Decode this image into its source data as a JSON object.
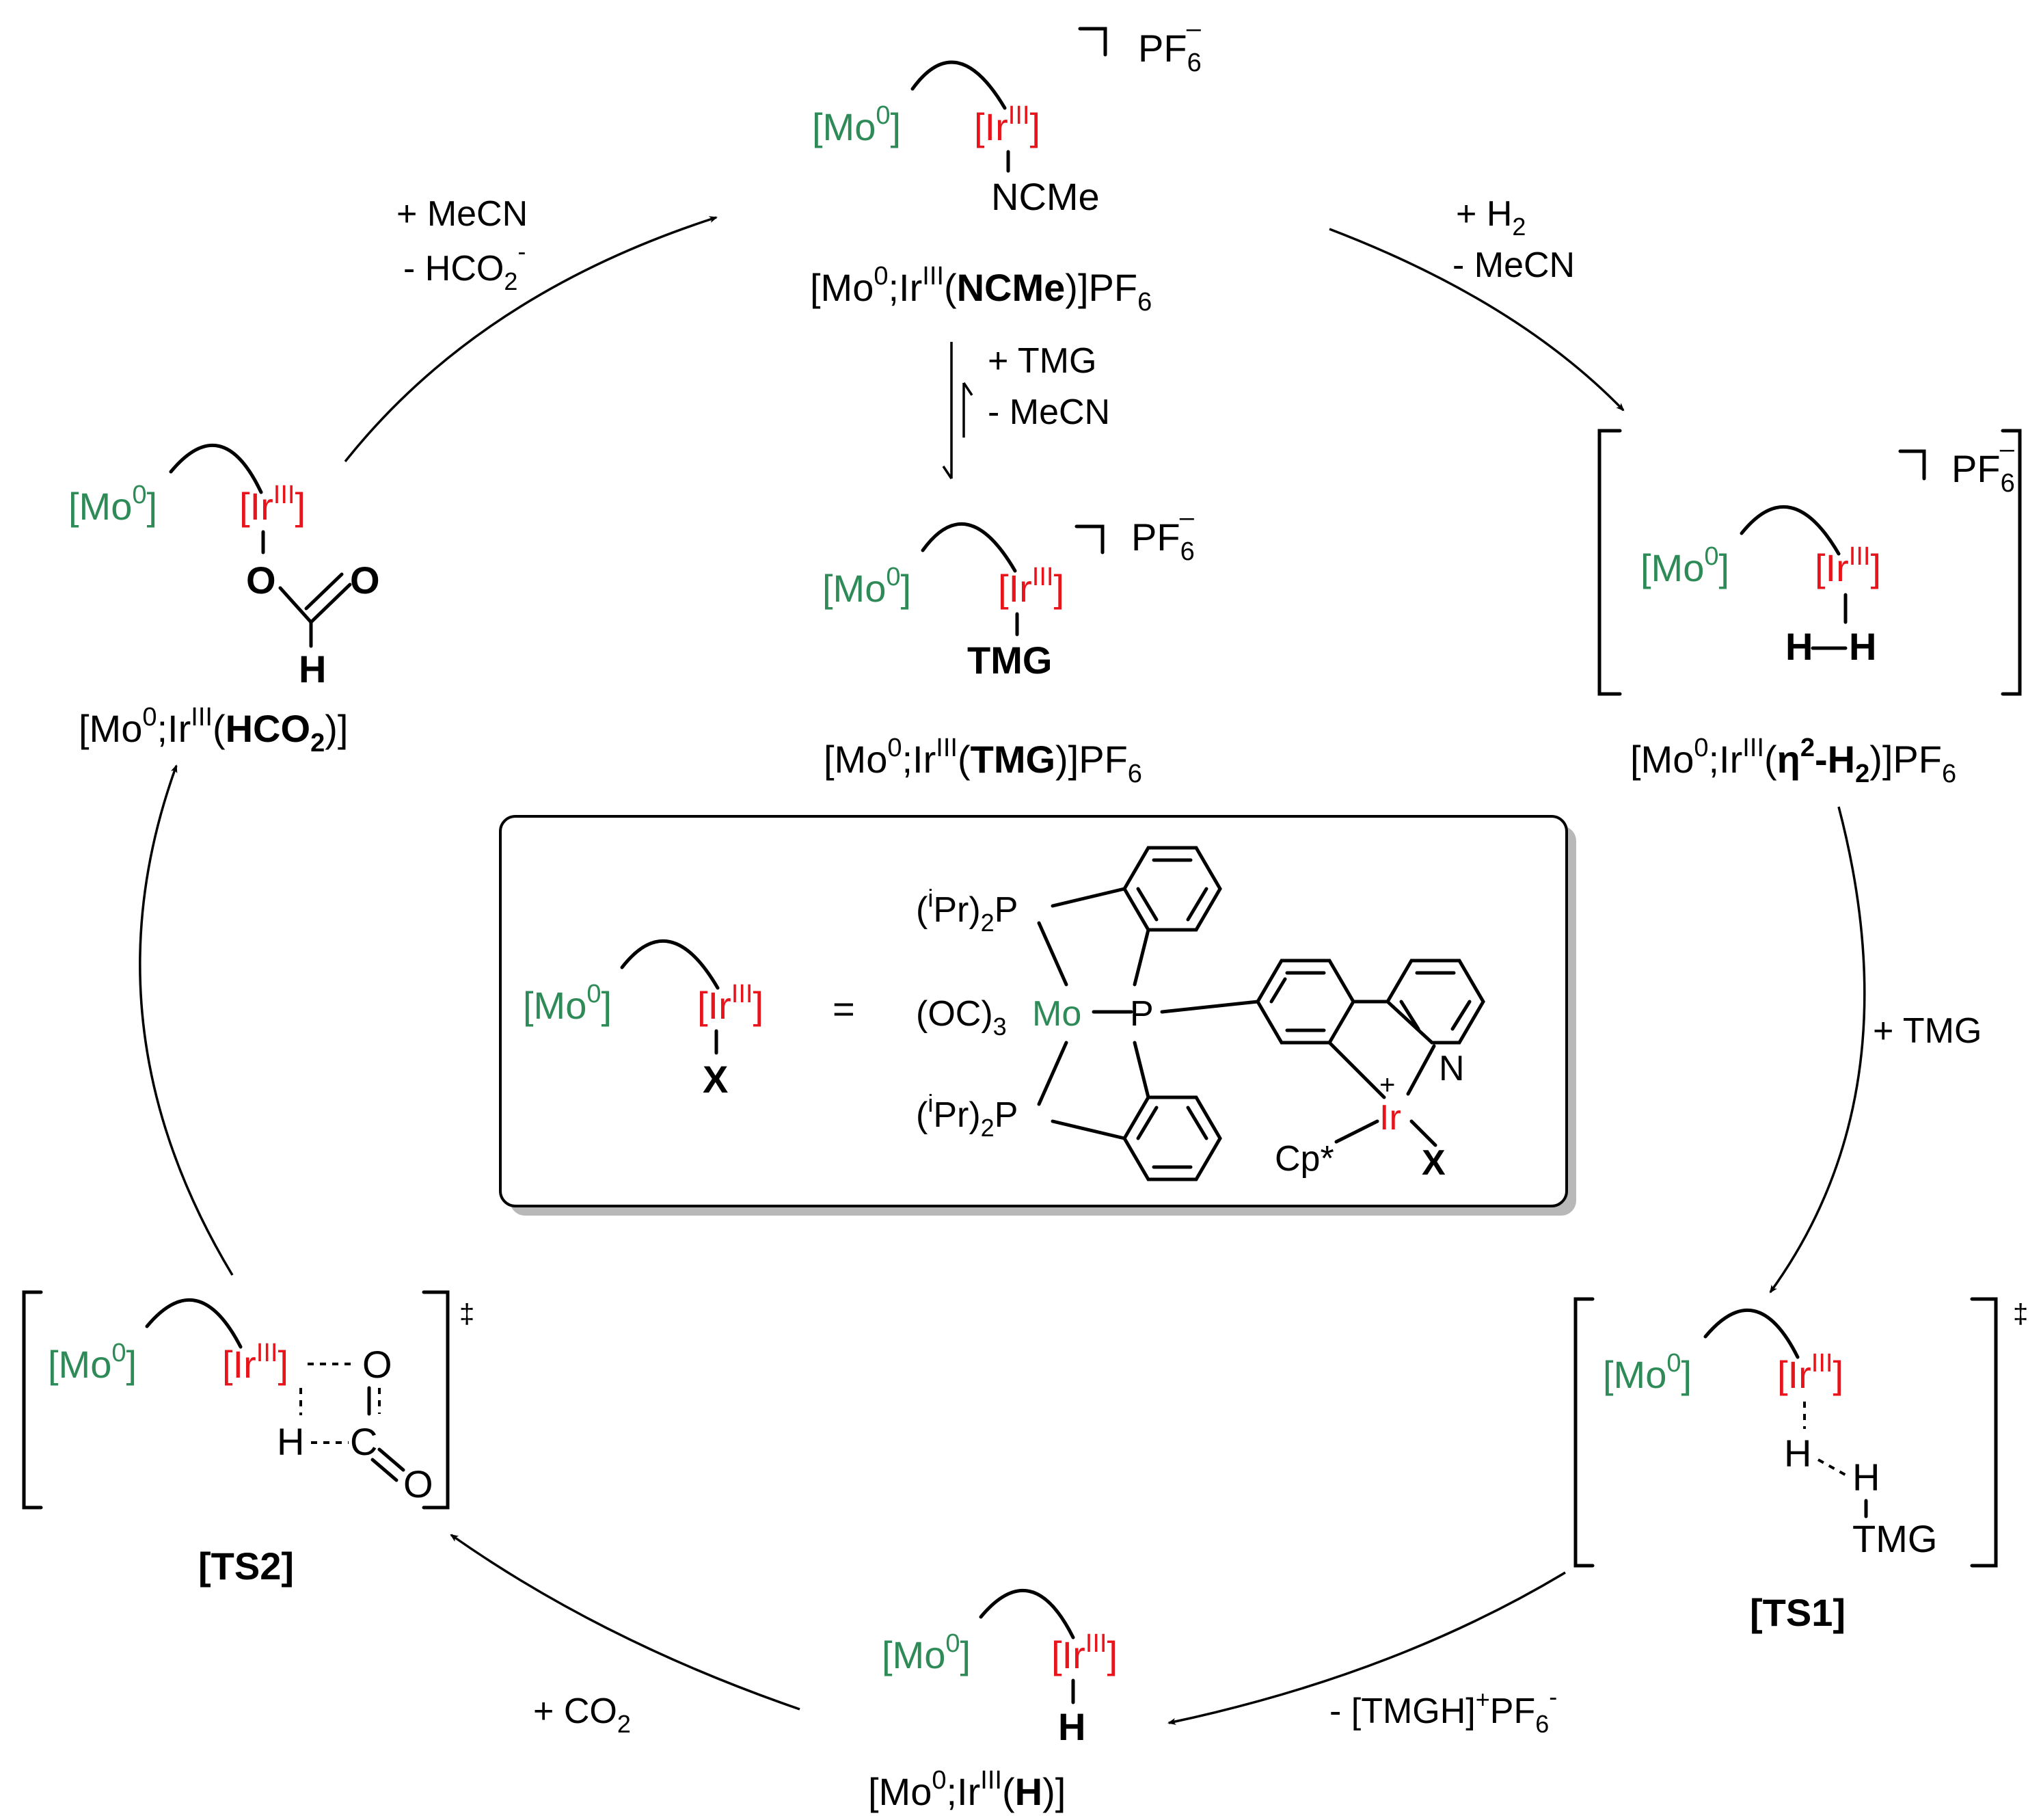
{
  "colors": {
    "mo": "#2e8b57",
    "ir": "#e8141b",
    "ink": "#000000"
  },
  "atoms": {
    "mo": "[Mo",
    "mo_ox": "0",
    "ir": "[Ir",
    "ir_ox": "III",
    "close": "]",
    "pf": "PF",
    "pf_sub": "6",
    "pf_sup": "–",
    "ncme": "NCMe",
    "tmg": "TMG",
    "x": "X",
    "h": "H",
    "o": "O",
    "c": "C",
    "ddagger": "‡"
  },
  "species": {
    "ncme": {
      "pre": "[Mo",
      "mid": ";Ir",
      "open": "(",
      "ligand": "NCMe",
      "post": ")]PF"
    },
    "tmg": {
      "pre": "[Mo",
      "mid": ";Ir",
      "open": "(",
      "ligand": "TMG",
      "post": ")]PF"
    },
    "h2": {
      "pre": "[Mo",
      "mid": ";Ir",
      "open": "(",
      "eta": "η",
      "eta_sup": "2",
      "ligand": "-H",
      "ligand_sub": "2",
      "post": ")]PF"
    },
    "hco2": {
      "pre": "[Mo",
      "mid": ";Ir",
      "open": "(",
      "ligand": "HCO",
      "ligand_sub": "2",
      "post": ")]"
    },
    "hydride": {
      "pre": "[Mo",
      "mid": ";Ir",
      "open": "(",
      "ligand": "H",
      "post": ")]"
    },
    "ts1": "[TS1]",
    "ts2": "[TS2]"
  },
  "steps": {
    "top_left": {
      "l1": "+ MeCN",
      "l2": "- HCO",
      "l2_sub": "2",
      "l2_sup": "-"
    },
    "top_right": {
      "l1": "+ H",
      "l1_sub": "2",
      "l2": "- MeCN"
    },
    "equilibrium": {
      "l1": "+ TMG",
      "l2": "- MeCN"
    },
    "right": {
      "l1": "+ TMG"
    },
    "bottom_right": {
      "pre": "- [TMGH]",
      "sup": "+",
      "mid": "PF",
      "sub": "6",
      "sup2": "-"
    },
    "bottom_left": {
      "l1": "+ CO",
      "l1_sub": "2"
    }
  },
  "legend": {
    "equals": "=",
    "ipr": "i",
    "pr2p": "Pr)",
    "p": "P",
    "oc3": "(OC)",
    "mo": "Mo",
    "ir": "Ir",
    "n": "N",
    "cp": "Cp*",
    "x": "X",
    "plus": "+",
    "sub2": "2",
    "sub3": "3"
  }
}
